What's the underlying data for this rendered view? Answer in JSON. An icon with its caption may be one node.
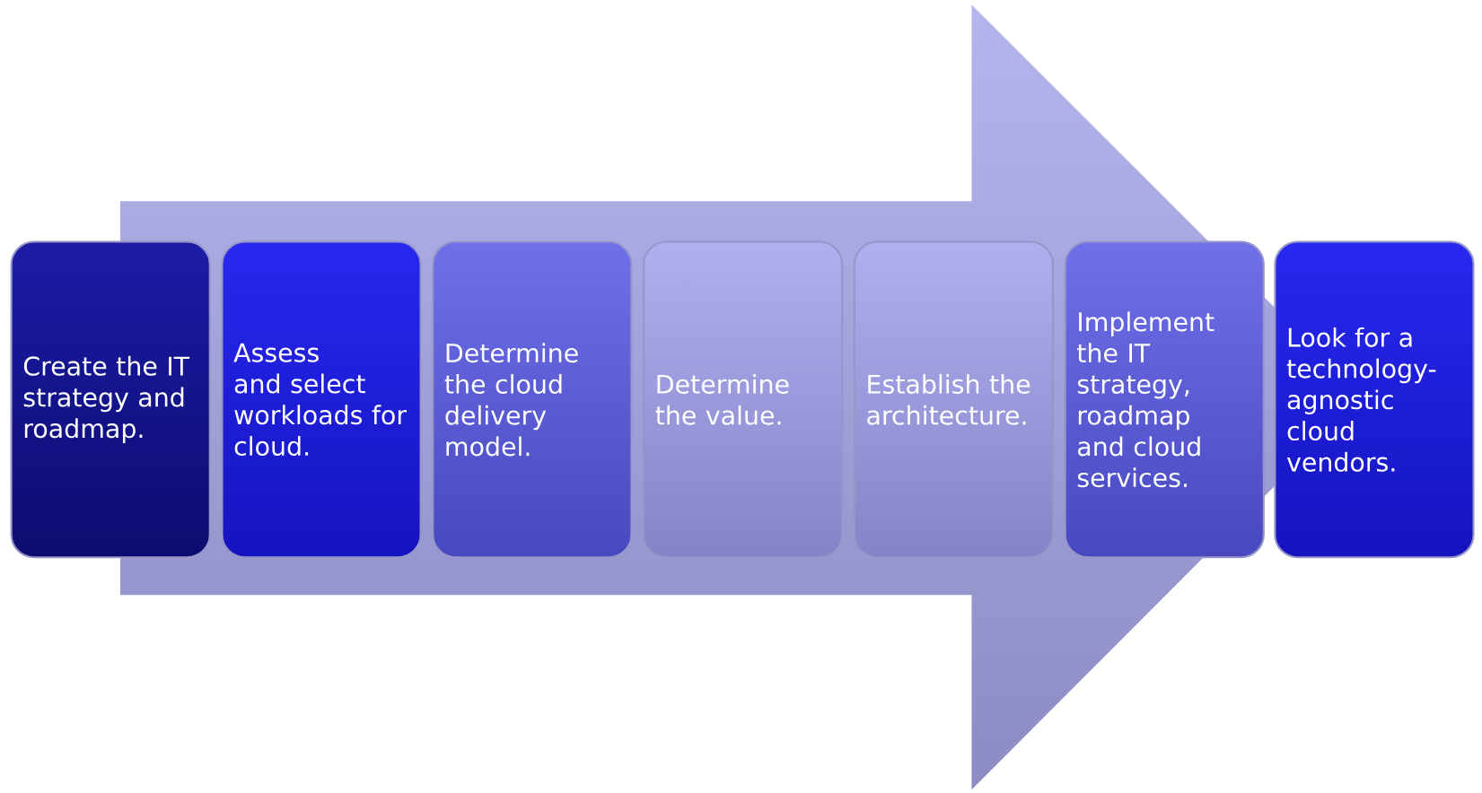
{
  "diagram": {
    "nodes": [
      {
        "text": [
          "Create the IT strategy and roadmap."
        ]
      },
      {
        "text": [
          "Assess and select workloads for cloud."
        ]
      },
      {
        "text": [
          "Determine the cloud delivery model."
        ]
      },
      {
        "text": [
          "Determine the value."
        ]
      },
      {
        "text": [
          "Establish the architecture."
        ]
      },
      {
        "text": [
          "Implement the IT strategy, roadmap and cloud services."
        ]
      },
      {
        "text": [
          "Look for a technology-agnostic cloud vendors."
        ]
      }
    ]
  }
}
